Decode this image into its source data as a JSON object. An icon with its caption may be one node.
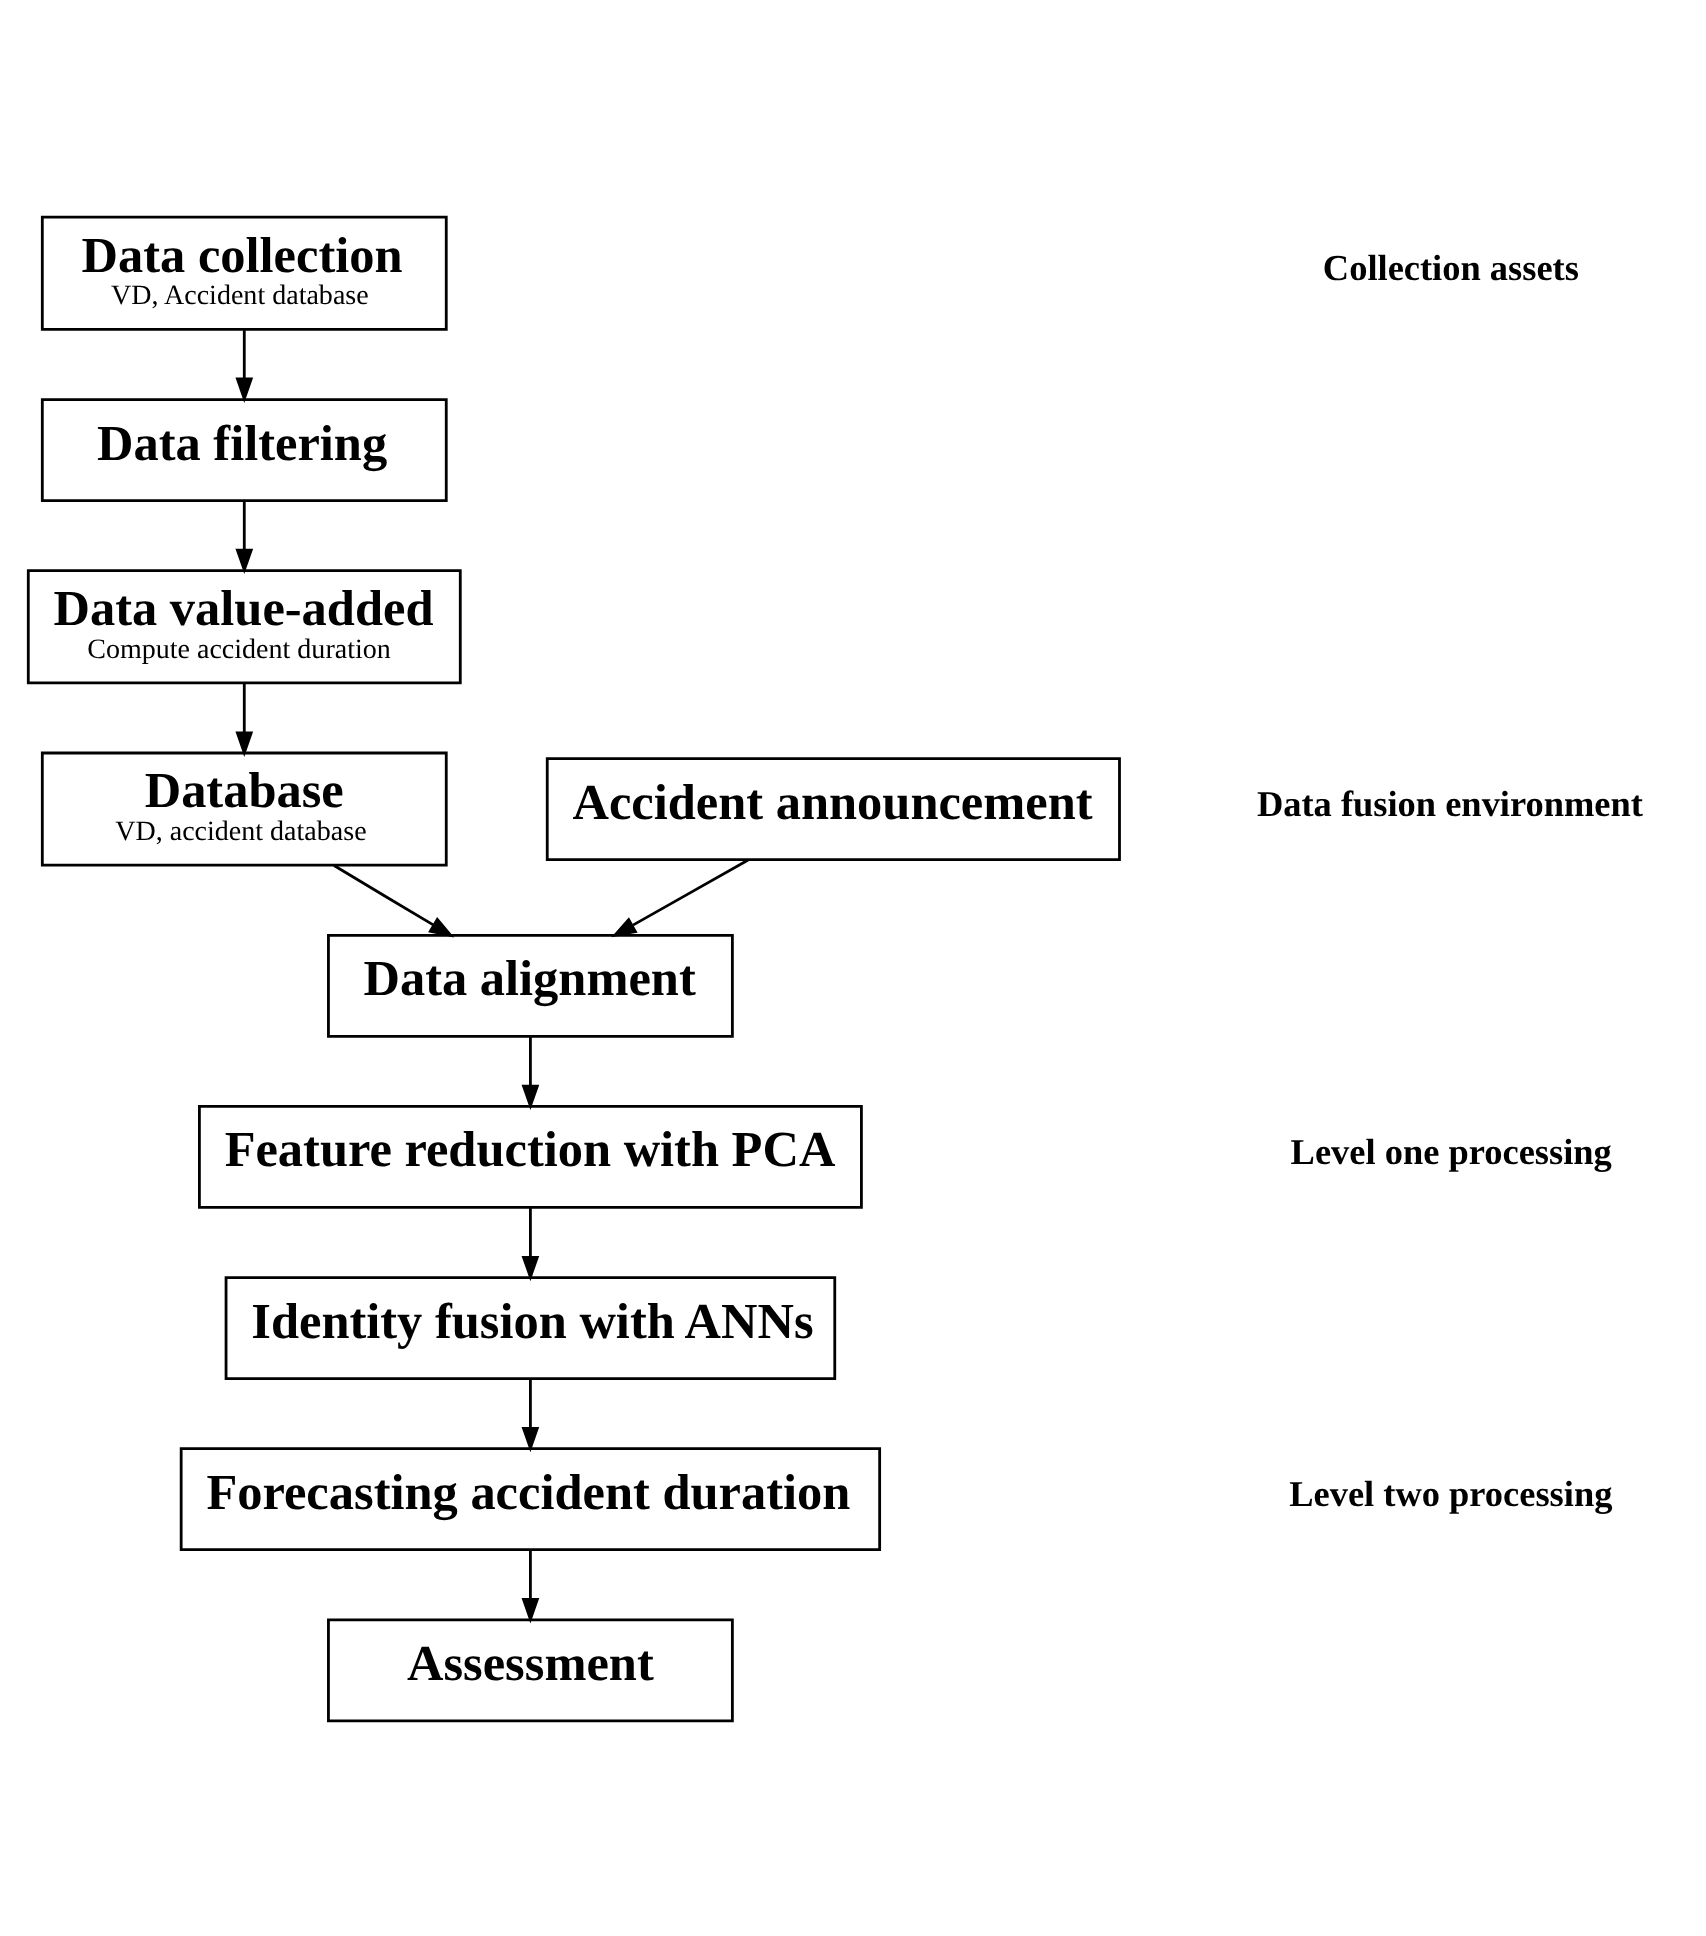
{
  "diagram": {
    "nodes": [
      {
        "text": [
          "Data collection",
          "VD, Accident database"
        ]
      },
      {
        "text": [
          "Data filtering"
        ]
      },
      {
        "text": [
          "Data value-added",
          "Compute accident duration"
        ]
      },
      {
        "text": [
          "Database",
          "VD, accident database"
        ]
      },
      {
        "text": [
          "Accident announcement"
        ]
      },
      {
        "text": [
          "Data alignment"
        ]
      },
      {
        "text": [
          "Feature reduction with PCA"
        ]
      },
      {
        "text": [
          "Identity fusion with ANNs"
        ]
      },
      {
        "text": [
          "Forecasting accident duration"
        ]
      },
      {
        "text": [
          "Assessment"
        ]
      }
    ],
    "edges": [
      {
        "from": 0,
        "to": 1,
        "arrow": "to"
      },
      {
        "from": 1,
        "to": 2,
        "arrow": "to"
      },
      {
        "from": 2,
        "to": 3,
        "arrow": "to"
      },
      {
        "from": 3,
        "to": 5,
        "arrow": "to"
      },
      {
        "from": 4,
        "to": 5,
        "arrow": "to"
      },
      {
        "from": 5,
        "to": 6,
        "arrow": "to"
      },
      {
        "from": 6,
        "to": 7,
        "arrow": "to"
      },
      {
        "from": 7,
        "to": 8,
        "arrow": "to"
      },
      {
        "from": 8,
        "to": 9,
        "arrow": "to"
      }
    ],
    "labels": [
      "Collection assets",
      "Data fusion environment",
      "Level one processing",
      "Level two processing"
    ]
  }
}
